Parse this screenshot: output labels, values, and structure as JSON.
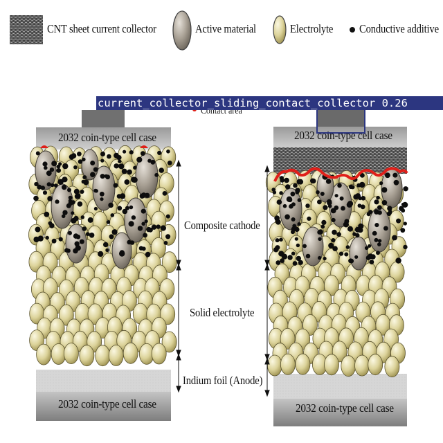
{
  "legend": {
    "items": [
      {
        "key": "cnt",
        "label": "CNT sheet current collector",
        "icon": "cnt-sheet-icon"
      },
      {
        "key": "active",
        "label": "Active material",
        "icon": "active-material-icon"
      },
      {
        "key": "electrolyte",
        "label": "Electrolyte",
        "icon": "electrolyte-icon"
      },
      {
        "key": "additive",
        "label": "Conductive additive",
        "icon": "conductive-additive-icon"
      }
    ]
  },
  "labels": {
    "case_top_left": "2032 coin-type cell case",
    "case_top_right": "2032 coin-type cell case",
    "case_bottom_left": "2032 coin-type cell case",
    "case_bottom_right": "2032 coin-type cell case",
    "contact_area": "Contact area",
    "composite_cathode": "Composite cathode",
    "solid_electrolyte": "Solid electrolyte",
    "indium_foil": "Indium foil (Anode)"
  },
  "detection": {
    "label": "current_collector_sliding_contact_collector 0.26"
  },
  "colors": {
    "electrolyte_fill": "#d8cf95",
    "active_fill": "#a59d92",
    "contact_red": "#e0201a",
    "case_gray": "#8c8c8c",
    "detection_blue": "#2c3680"
  }
}
